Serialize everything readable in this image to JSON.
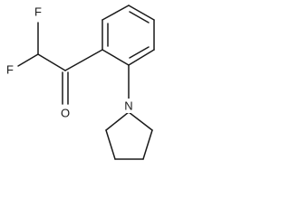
{
  "molecule": {
    "atoms": {
      "fluorine_top": "F",
      "fluorine_left": "F",
      "oxygen": "O",
      "nitrogen": "N"
    }
  }
}
